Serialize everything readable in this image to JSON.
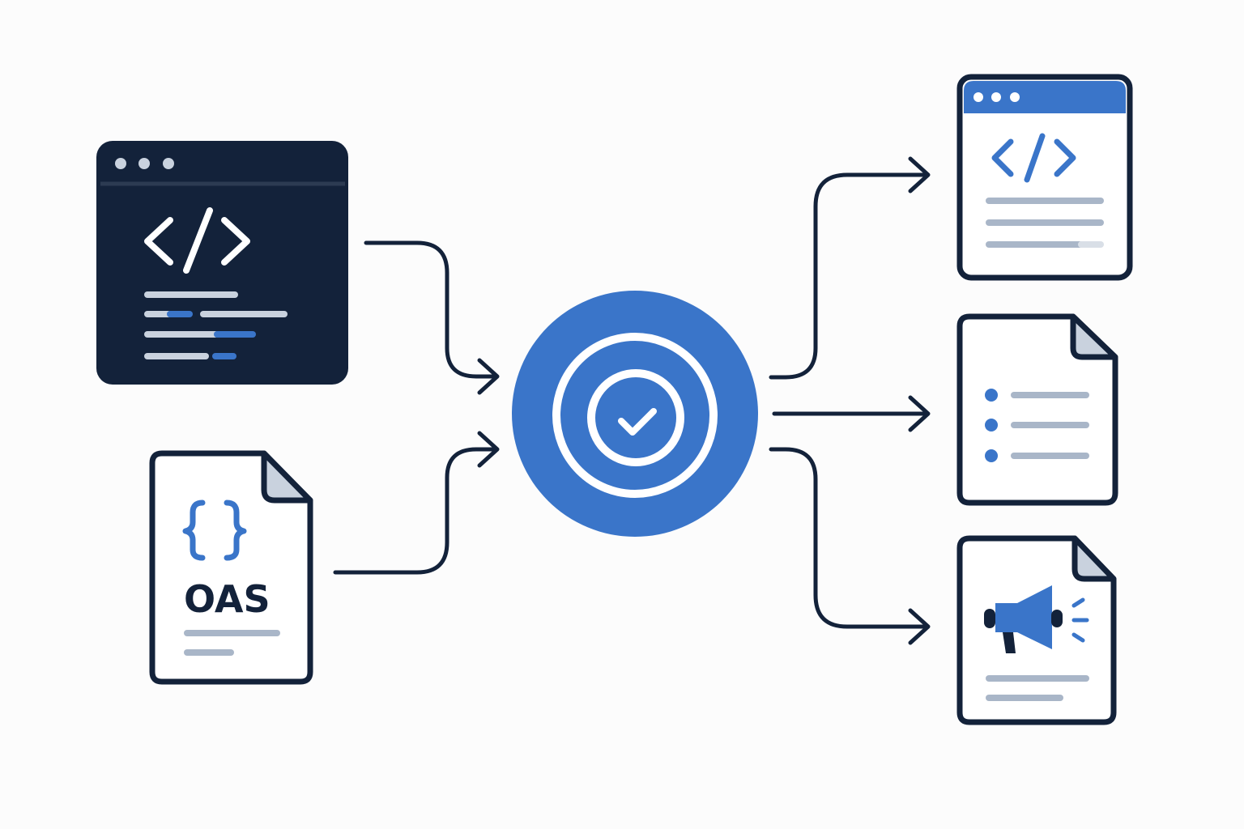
{
  "colors": {
    "background": "#fcfcfc",
    "navy": "#13223a",
    "blue": "#3a75c9",
    "light_gray": "#c9d2de",
    "gray_line": "#a9b6c8",
    "white": "#ffffff"
  },
  "nodes": {
    "source_code_window": {
      "icons": [
        "window-dots-icon",
        "code-brackets-icon"
      ]
    },
    "oas_document": {
      "label": "OAS",
      "icons": [
        "curly-braces-icon",
        "folded-corner-icon"
      ]
    },
    "validator_hub": {
      "icons": [
        "checkmark-icon"
      ]
    },
    "outputs": [
      {
        "name": "code-output-window",
        "icons": [
          "window-dots-icon",
          "code-brackets-icon"
        ]
      },
      {
        "name": "list-document",
        "icons": [
          "bullet-list-icon"
        ]
      },
      {
        "name": "announcement-document",
        "icons": [
          "megaphone-icon"
        ]
      }
    ]
  }
}
